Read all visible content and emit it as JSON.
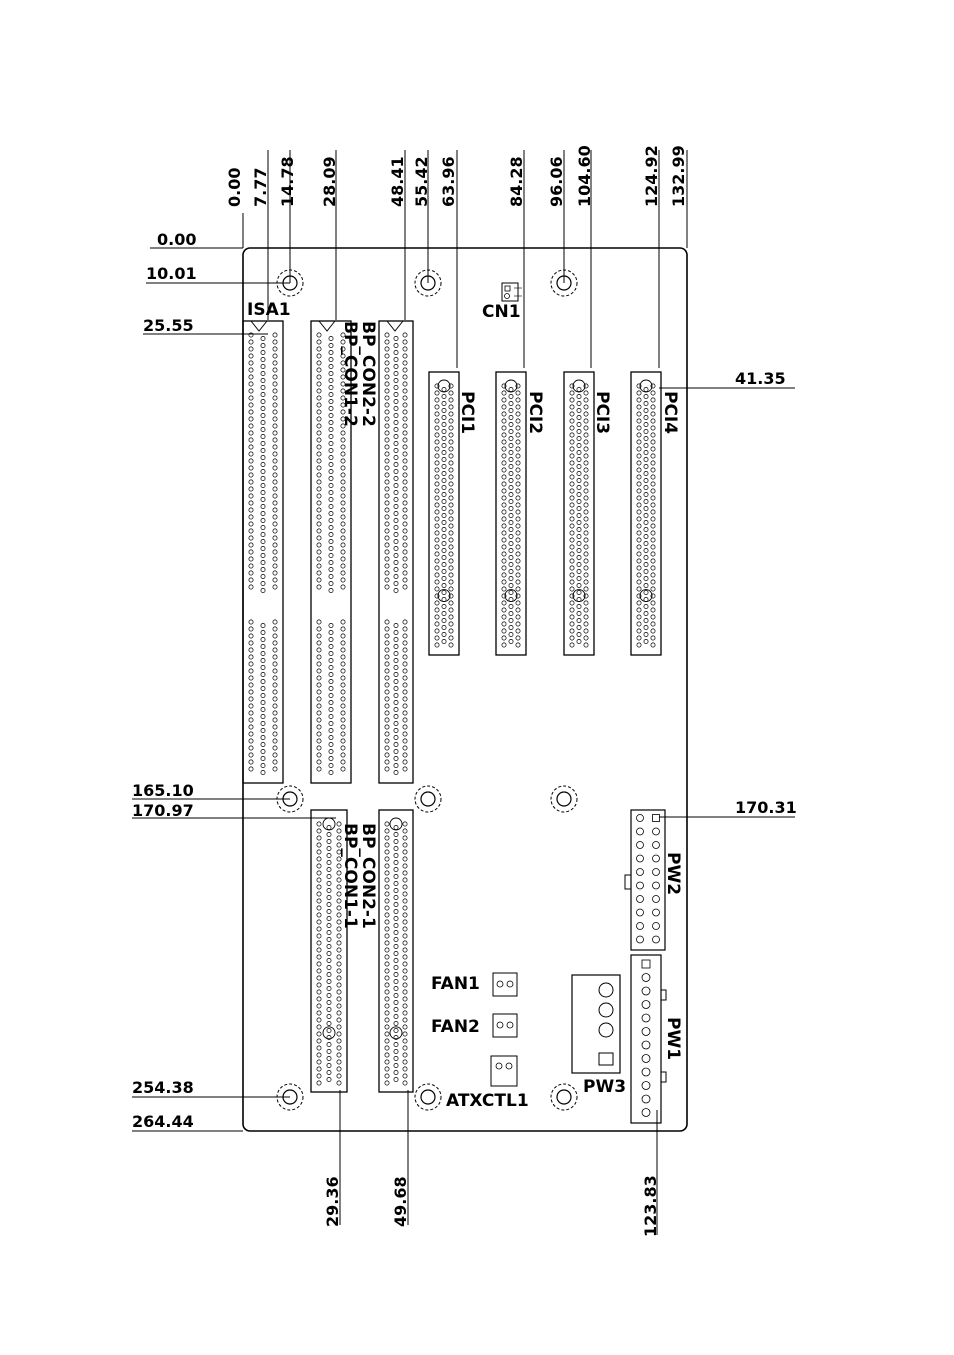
{
  "top_dims": [
    "0.00",
    "7.77",
    "14.78",
    "28.09",
    "48.41",
    "55.42",
    "63.96",
    "84.28",
    "96.06",
    "104.60",
    "124.92",
    "132.99"
  ],
  "left_dims": [
    "0.00",
    "10.01",
    "25.55",
    "165.10",
    "170.97",
    "254.38",
    "264.44"
  ],
  "right_dims": [
    "41.35",
    "170.31"
  ],
  "bottom_dims": [
    "29.36",
    "49.68",
    "123.83"
  ],
  "labels": {
    "isa1": "ISA1",
    "cn1": "CN1",
    "bp_con2_2": "BP_CON2-2",
    "bp_con1_2": "BP_CON1-2",
    "pci1": "PCI1",
    "pci2": "PCI2",
    "pci3": "PCI3",
    "pci4": "PCI4",
    "bp_con2_1": "BP_CON2-1",
    "bp_con1_1": "BP_CON1-1",
    "pw2": "PW2",
    "pw1": "PW1",
    "pw3": "PW3",
    "fan1": "FAN1",
    "fan2": "FAN2",
    "atxctl1": "ATXCTL1"
  }
}
